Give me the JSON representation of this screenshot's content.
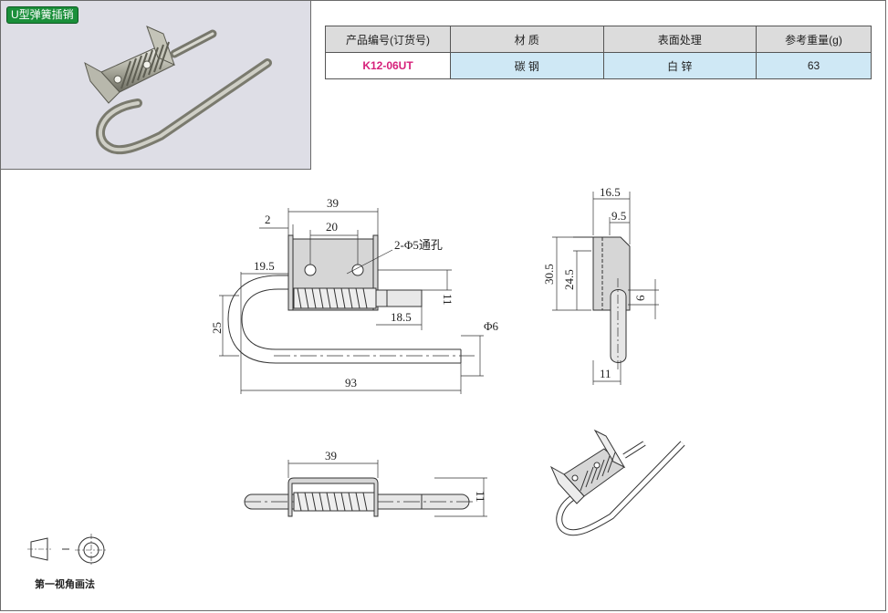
{
  "badge": {
    "label": "U型弹簧插销"
  },
  "spec_table": {
    "headers": [
      "产品编号(订货号)",
      "材 质",
      "表面处理",
      "参考重量(g)"
    ],
    "row": {
      "code": "K12-06UT",
      "material": "碳 钢",
      "finish": "白 锌",
      "weight": "63"
    }
  },
  "dimensions": {
    "front_view": {
      "width_bracket": "39",
      "hole_spacing": "20",
      "edge_offset": "2",
      "hole_note": "2-Φ5通孔",
      "bracket_left": "19.5",
      "pin_height": "11",
      "pin_extension": "18.5",
      "u_height": "25",
      "rod_diameter": "Φ6",
      "overall_length": "93"
    },
    "side_view": {
      "top_width": "16.5",
      "inner_width": "9.5",
      "total_height": "30.5",
      "inner_height": "24.5",
      "pin_dia": "6",
      "bottom_width": "11"
    },
    "top_view": {
      "bracket_width": "39",
      "height": "11"
    }
  },
  "projection_legend": {
    "label": "第一视角画法"
  }
}
